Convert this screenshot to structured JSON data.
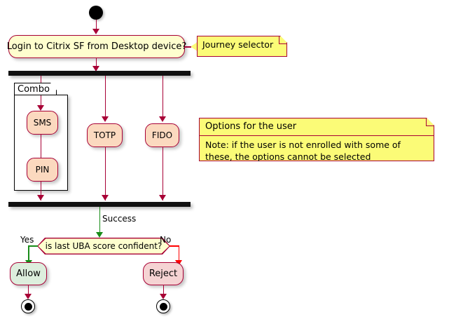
{
  "diagram": {
    "title": "MFA journey activity diagram",
    "start_node": "start",
    "nodes": {
      "journey_question": "Login to Citrix SF from Desktop device?",
      "partition_label": "Combo",
      "sms": "SMS",
      "pin": "PIN",
      "totp": "TOTP",
      "fido": "FIDO",
      "decision": "is last UBA score confident?",
      "allow": "Allow",
      "reject": "Reject"
    },
    "edge_labels": {
      "success": "Success",
      "yes": "Yes",
      "no": "No"
    },
    "notes": {
      "journey_selector": "Journey selector",
      "options_title": "Options for the user",
      "options_body": "Note: if the user is not enrolled with some of these, the options cannot be selected"
    },
    "colors": {
      "activity_fill": "#FEFECE",
      "option_fill": "#FBD9BF",
      "allow_fill": "#DDEEDD",
      "reject_fill": "#F5D3D3",
      "note_fill": "#FBFB77",
      "border": "#A80036",
      "bar": "#111111",
      "yes_arrow": "#198C19",
      "no_arrow": "#FF0000"
    }
  }
}
